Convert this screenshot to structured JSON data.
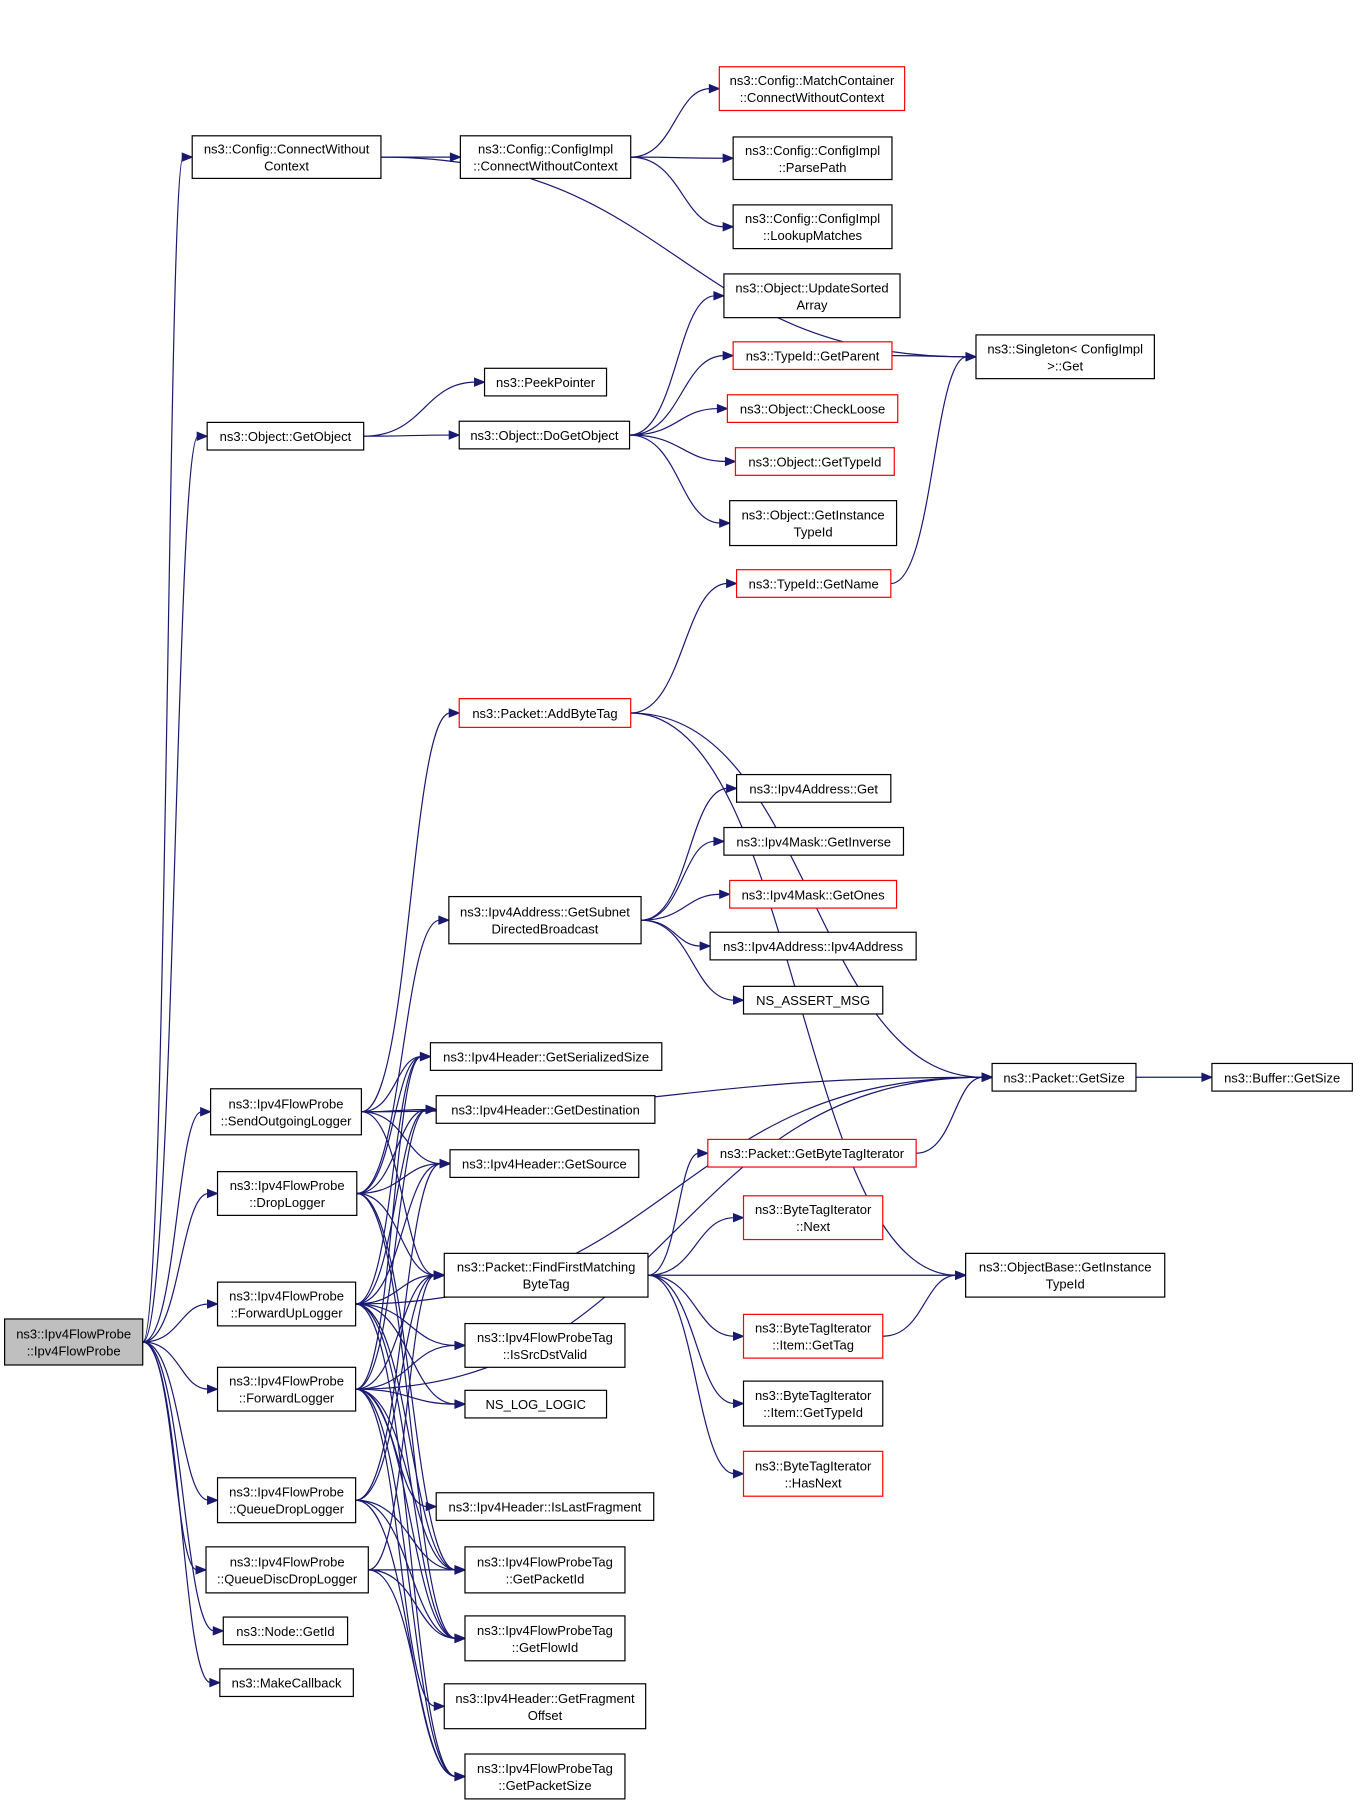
{
  "colors": {
    "edge": "#191970",
    "node_border": "#000000",
    "node_border_incomplete": "#ff0000",
    "root_fill": "#bfbfbf"
  },
  "nodes": [
    {
      "id": "n_root",
      "lines": [
        "ns3::Ipv4FlowProbe",
        "::Ipv4FlowProbe"
      ],
      "style": "root"
    },
    {
      "id": "n_cwc",
      "lines": [
        "ns3::Config::ConnectWithout",
        "Context"
      ]
    },
    {
      "id": "n_ccwc",
      "lines": [
        "ns3::Config::ConfigImpl",
        "::ConnectWithoutContext"
      ]
    },
    {
      "id": "n_mcwc",
      "lines": [
        "ns3::Config::MatchContainer",
        "::ConnectWithoutContext"
      ],
      "style": "red"
    },
    {
      "id": "n_pp",
      "lines": [
        "ns3::Config::ConfigImpl",
        "::ParsePath"
      ]
    },
    {
      "id": "n_lm",
      "lines": [
        "ns3::Config::ConfigImpl",
        "::LookupMatches"
      ]
    },
    {
      "id": "n_usa",
      "lines": [
        "ns3::Object::UpdateSorted",
        "Array"
      ]
    },
    {
      "id": "n_sg",
      "lines": [
        "ns3::Singleton< ConfigImpl",
        ">::Get"
      ]
    },
    {
      "id": "n_gp",
      "lines": [
        "ns3::TypeId::GetParent"
      ],
      "style": "red"
    },
    {
      "id": "n_peek",
      "lines": [
        "ns3::PeekPointer"
      ]
    },
    {
      "id": "n_go",
      "lines": [
        "ns3::Object::GetObject"
      ]
    },
    {
      "id": "n_dgo",
      "lines": [
        "ns3::Object::DoGetObject"
      ]
    },
    {
      "id": "n_cl",
      "lines": [
        "ns3::Object::CheckLoose"
      ],
      "style": "red"
    },
    {
      "id": "n_gti",
      "lines": [
        "ns3::Object::GetTypeId"
      ],
      "style": "red"
    },
    {
      "id": "n_giti",
      "lines": [
        "ns3::Object::GetInstance",
        "TypeId"
      ]
    },
    {
      "id": "n_gn",
      "lines": [
        "ns3::TypeId::GetName"
      ],
      "style": "red"
    },
    {
      "id": "n_abt",
      "lines": [
        "ns3::Packet::AddByteTag"
      ],
      "style": "red"
    },
    {
      "id": "n_i4g",
      "lines": [
        "ns3::Ipv4Address::Get"
      ]
    },
    {
      "id": "n_mgi",
      "lines": [
        "ns3::Ipv4Mask::GetInverse"
      ]
    },
    {
      "id": "n_mgo",
      "lines": [
        "ns3::Ipv4Mask::GetOnes"
      ],
      "style": "red"
    },
    {
      "id": "n_gsdb",
      "lines": [
        "ns3::Ipv4Address::GetSubnet",
        "DirectedBroadcast"
      ]
    },
    {
      "id": "n_i4a",
      "lines": [
        "ns3::Ipv4Address::Ipv4Address"
      ]
    },
    {
      "id": "n_nam",
      "lines": [
        "NS_ASSERT_MSG"
      ]
    },
    {
      "id": "n_hgss",
      "lines": [
        "ns3::Ipv4Header::GetSerializedSize"
      ]
    },
    {
      "id": "n_pgs",
      "lines": [
        "ns3::Packet::GetSize"
      ]
    },
    {
      "id": "n_bgs",
      "lines": [
        "ns3::Buffer::GetSize"
      ]
    },
    {
      "id": "n_sol",
      "lines": [
        "ns3::Ipv4FlowProbe",
        "::SendOutgoingLogger"
      ]
    },
    {
      "id": "n_hgd",
      "lines": [
        "ns3::Ipv4Header::GetDestination"
      ]
    },
    {
      "id": "n_hgsrc",
      "lines": [
        "ns3::Ipv4Header::GetSource"
      ]
    },
    {
      "id": "n_pgbti",
      "lines": [
        "ns3::Packet::GetByteTagIterator"
      ],
      "style": "red"
    },
    {
      "id": "n_dl",
      "lines": [
        "ns3::Ipv4FlowProbe",
        "::DropLogger"
      ]
    },
    {
      "id": "n_btin",
      "lines": [
        "ns3::ByteTagIterator",
        "::Next"
      ],
      "style": "red"
    },
    {
      "id": "n_ffmbt",
      "lines": [
        "ns3::Packet::FindFirstMatching",
        "ByteTag"
      ]
    },
    {
      "id": "n_obgit",
      "lines": [
        "ns3::ObjectBase::GetInstance",
        "TypeId"
      ]
    },
    {
      "id": "n_ful",
      "lines": [
        "ns3::Ipv4FlowProbe",
        "::ForwardUpLogger"
      ]
    },
    {
      "id": "n_btigt",
      "lines": [
        "ns3::ByteTagIterator",
        "::Item::GetTag"
      ],
      "style": "red"
    },
    {
      "id": "n_isdv",
      "lines": [
        "ns3::Ipv4FlowProbeTag",
        "::IsSrcDstValid"
      ]
    },
    {
      "id": "n_fl",
      "lines": [
        "ns3::Ipv4FlowProbe",
        "::ForwardLogger"
      ]
    },
    {
      "id": "n_nll",
      "lines": [
        "NS_LOG_LOGIC"
      ]
    },
    {
      "id": "n_btigti",
      "lines": [
        "ns3::ByteTagIterator",
        "::Item::GetTypeId"
      ]
    },
    {
      "id": "n_bthn",
      "lines": [
        "ns3::ByteTagIterator",
        "::HasNext"
      ],
      "style": "red"
    },
    {
      "id": "n_qdl",
      "lines": [
        "ns3::Ipv4FlowProbe",
        "::QueueDropLogger"
      ]
    },
    {
      "id": "n_ilf",
      "lines": [
        "ns3::Ipv4Header::IsLastFragment"
      ]
    },
    {
      "id": "n_qddl",
      "lines": [
        "ns3::Ipv4FlowProbe",
        "::QueueDiscDropLogger"
      ]
    },
    {
      "id": "n_tgpi",
      "lines": [
        "ns3::Ipv4FlowProbeTag",
        "::GetPacketId"
      ]
    },
    {
      "id": "n_ngi",
      "lines": [
        "ns3::Node::GetId"
      ]
    },
    {
      "id": "n_tgfi",
      "lines": [
        "ns3::Ipv4FlowProbeTag",
        "::GetFlowId"
      ]
    },
    {
      "id": "n_mcb",
      "lines": [
        "ns3::MakeCallback"
      ]
    },
    {
      "id": "n_hgfo",
      "lines": [
        "ns3::Ipv4Header::GetFragment",
        "Offset"
      ]
    },
    {
      "id": "n_tgps",
      "lines": [
        "ns3::Ipv4FlowProbeTag",
        "::GetPacketSize"
      ]
    }
  ],
  "edges": [
    [
      "n_root",
      "n_cwc"
    ],
    [
      "n_root",
      "n_go"
    ],
    [
      "n_root",
      "n_sol"
    ],
    [
      "n_root",
      "n_dl"
    ],
    [
      "n_root",
      "n_ful"
    ],
    [
      "n_root",
      "n_fl"
    ],
    [
      "n_root",
      "n_qdl"
    ],
    [
      "n_root",
      "n_qddl"
    ],
    [
      "n_root",
      "n_ngi"
    ],
    [
      "n_root",
      "n_mcb"
    ],
    [
      "n_cwc",
      "n_ccwc"
    ],
    [
      "n_cwc",
      "n_sg"
    ],
    [
      "n_ccwc",
      "n_mcwc"
    ],
    [
      "n_ccwc",
      "n_pp"
    ],
    [
      "n_ccwc",
      "n_lm"
    ],
    [
      "n_go",
      "n_peek"
    ],
    [
      "n_go",
      "n_dgo"
    ],
    [
      "n_dgo",
      "n_usa"
    ],
    [
      "n_dgo",
      "n_gp"
    ],
    [
      "n_dgo",
      "n_cl"
    ],
    [
      "n_dgo",
      "n_gti"
    ],
    [
      "n_dgo",
      "n_giti"
    ],
    [
      "n_gp",
      "n_sg"
    ],
    [
      "n_gn",
      "n_sg"
    ],
    [
      "n_abt",
      "n_gn"
    ],
    [
      "n_abt",
      "n_pgs"
    ],
    [
      "n_abt",
      "n_obgit"
    ],
    [
      "n_gsdb",
      "n_i4g"
    ],
    [
      "n_gsdb",
      "n_mgi"
    ],
    [
      "n_gsdb",
      "n_mgo"
    ],
    [
      "n_gsdb",
      "n_i4a"
    ],
    [
      "n_gsdb",
      "n_nam"
    ],
    [
      "n_pgs",
      "n_bgs"
    ],
    [
      "n_sol",
      "n_pgs"
    ],
    [
      "n_sol",
      "n_abt"
    ],
    [
      "n_sol",
      "n_hgss"
    ],
    [
      "n_sol",
      "n_hgd"
    ],
    [
      "n_sol",
      "n_hgsrc"
    ],
    [
      "n_sol",
      "n_ffmbt"
    ],
    [
      "n_dl",
      "n_gsdb"
    ],
    [
      "n_dl",
      "n_hgss"
    ],
    [
      "n_dl",
      "n_hgd"
    ],
    [
      "n_dl",
      "n_hgsrc"
    ],
    [
      "n_dl",
      "n_ffmbt"
    ],
    [
      "n_dl",
      "n_tgpi"
    ],
    [
      "n_dl",
      "n_tgfi"
    ],
    [
      "n_ful",
      "n_pgs"
    ],
    [
      "n_ful",
      "n_hgss"
    ],
    [
      "n_ful",
      "n_hgd"
    ],
    [
      "n_ful",
      "n_hgsrc"
    ],
    [
      "n_ful",
      "n_ffmbt"
    ],
    [
      "n_ful",
      "n_isdv"
    ],
    [
      "n_ful",
      "n_nll"
    ],
    [
      "n_ful",
      "n_tgpi"
    ],
    [
      "n_ful",
      "n_tgfi"
    ],
    [
      "n_ful",
      "n_tgps"
    ],
    [
      "n_fl",
      "n_pgs"
    ],
    [
      "n_fl",
      "n_hgss"
    ],
    [
      "n_fl",
      "n_hgd"
    ],
    [
      "n_fl",
      "n_ffmbt"
    ],
    [
      "n_fl",
      "n_isdv"
    ],
    [
      "n_fl",
      "n_nll"
    ],
    [
      "n_fl",
      "n_ilf"
    ],
    [
      "n_fl",
      "n_tgpi"
    ],
    [
      "n_fl",
      "n_tgfi"
    ],
    [
      "n_fl",
      "n_hgfo"
    ],
    [
      "n_fl",
      "n_tgps"
    ],
    [
      "n_qdl",
      "n_hgsrc"
    ],
    [
      "n_qdl",
      "n_ffmbt"
    ],
    [
      "n_qdl",
      "n_tgpi"
    ],
    [
      "n_qdl",
      "n_tgfi"
    ],
    [
      "n_qdl",
      "n_tgps"
    ],
    [
      "n_qddl",
      "n_ffmbt"
    ],
    [
      "n_qddl",
      "n_tgpi"
    ],
    [
      "n_qddl",
      "n_tgfi"
    ],
    [
      "n_qddl",
      "n_tgps"
    ],
    [
      "n_ffmbt",
      "n_pgbti"
    ],
    [
      "n_ffmbt",
      "n_btin"
    ],
    [
      "n_ffmbt",
      "n_obgit"
    ],
    [
      "n_ffmbt",
      "n_btigt"
    ],
    [
      "n_ffmbt",
      "n_btigti"
    ],
    [
      "n_ffmbt",
      "n_bthn"
    ],
    [
      "n_pgbti",
      "n_pgs"
    ],
    [
      "n_btigt",
      "n_obgit"
    ]
  ]
}
